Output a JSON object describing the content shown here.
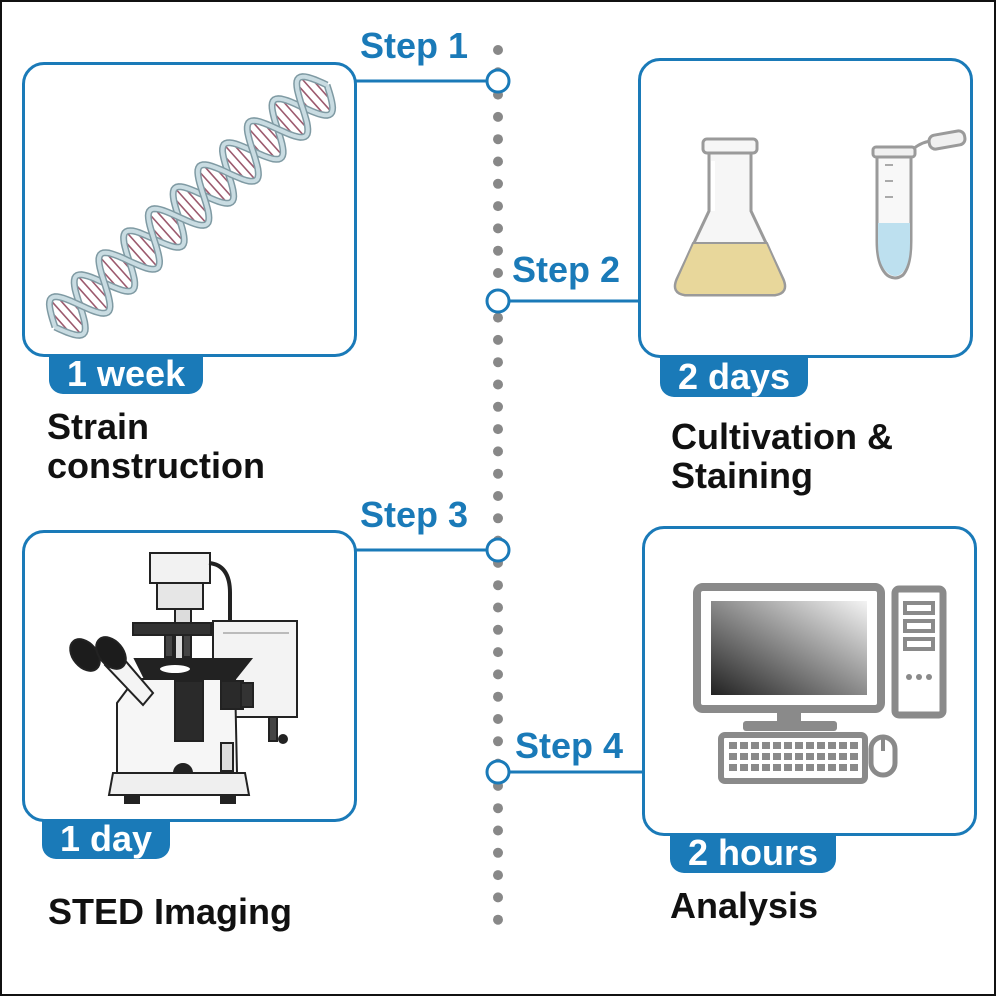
{
  "colors": {
    "accent": "#1a7ab8",
    "timeline_dots": "#888888",
    "text": "#111111"
  },
  "steps": [
    {
      "label": "Step 1",
      "duration": "1 week",
      "caption_lines": [
        "Strain",
        "construction"
      ],
      "icon": "dna-double-helix-icon"
    },
    {
      "label": "Step 2",
      "duration": "2 days",
      "caption_lines": [
        "Cultivation &",
        "Staining"
      ],
      "icon": "flask-and-tube-icon"
    },
    {
      "label": "Step 3",
      "duration": "1 day",
      "caption_lines": [
        "STED Imaging"
      ],
      "icon": "microscope-icon"
    },
    {
      "label": "Step 4",
      "duration": "2 hours",
      "caption_lines": [
        "Analysis"
      ],
      "icon": "computer-icon"
    }
  ]
}
